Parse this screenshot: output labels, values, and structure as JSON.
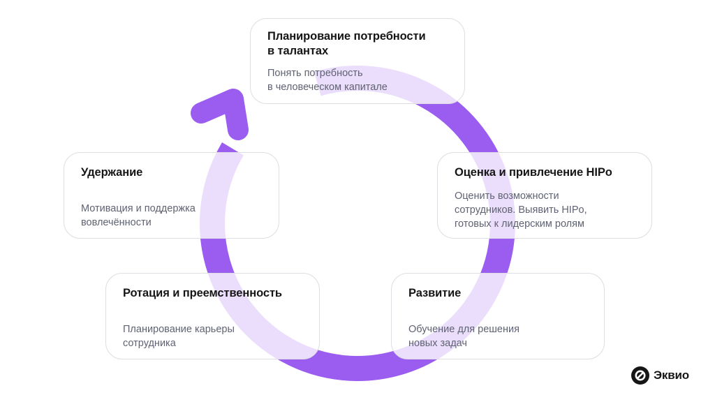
{
  "colors": {
    "ring": "#9b5cf0",
    "card_border": "#dddde3",
    "title_text": "#161616",
    "desc_text": "#5f6272"
  },
  "steps": [
    {
      "id": "planning",
      "title": "Планирование потребности\nв талантах",
      "description": "Понять потребность\nв человеческом капитале"
    },
    {
      "id": "assessment",
      "title": "Оценка и привлечение HIPo",
      "description": "Оценить возможности\nсотрудников. Выявить HIPo,\nготовых к лидерским ролям"
    },
    {
      "id": "development",
      "title": "Развитие",
      "description": "Обучение для решения\nновых задач"
    },
    {
      "id": "rotation",
      "title": "Ротация и преемственность",
      "description": "Планирование карьеры\nсотрудника"
    },
    {
      "id": "retention",
      "title": "Удержание",
      "description": "Мотивация и поддержка\nвовлечённости"
    }
  ],
  "logo": {
    "text": "Эквио",
    "icon": "ekvio-logo-icon"
  }
}
